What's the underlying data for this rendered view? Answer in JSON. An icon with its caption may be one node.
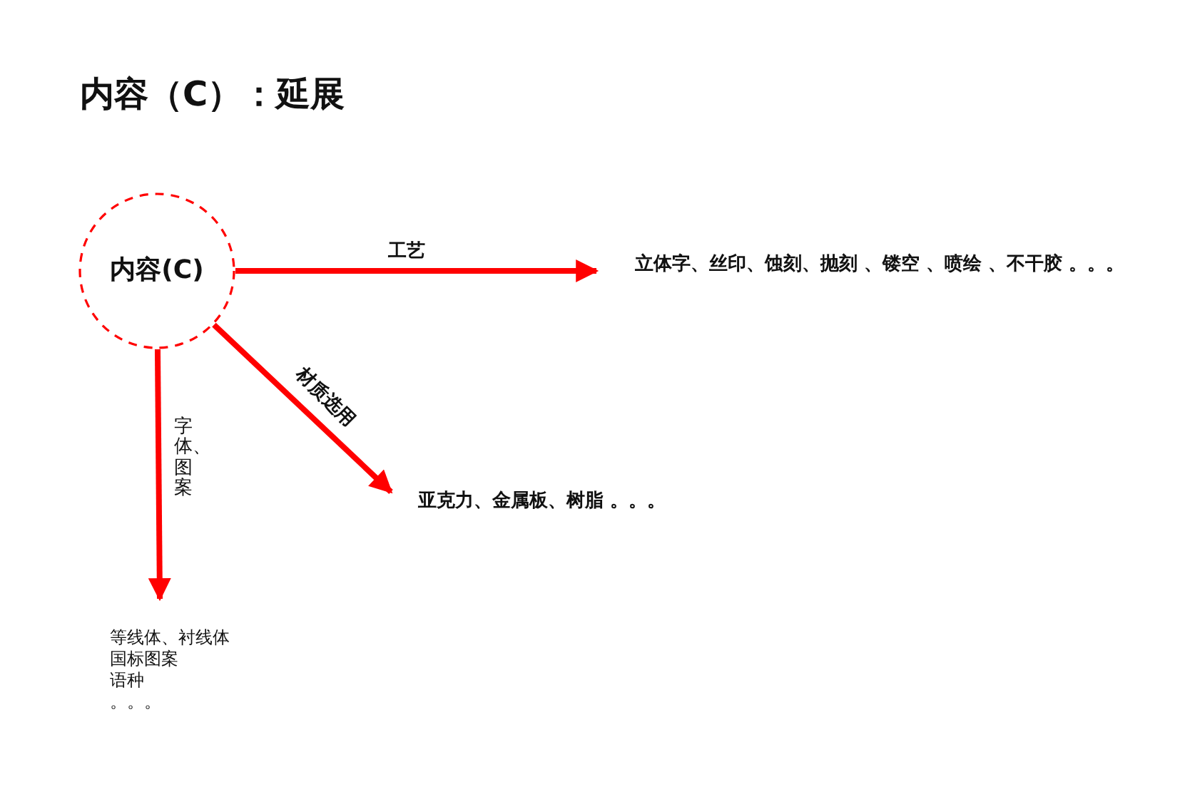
{
  "diagram": {
    "title": "内容（C）：延展",
    "nodes": [
      {
        "text": [
          "内容(C)"
        ]
      },
      {
        "text": [
          "立体字、丝印、蚀刻、抛刻 、镂空 、喷绘 、不干胶 。。。"
        ]
      },
      {
        "text": [
          "亚克力、金属板、树脂 。。。"
        ]
      },
      {
        "text": [
          "等线体、衬线体",
          "国标图案",
          "语种",
          "。。。"
        ]
      }
    ],
    "edges": [
      {
        "from": 0,
        "to": 1,
        "arrow": "to",
        "label": "工艺"
      },
      {
        "from": 0,
        "to": 2,
        "arrow": "to",
        "label": "材质选用"
      },
      {
        "from": 0,
        "to": 3,
        "arrow": "to",
        "label": "字体、图案"
      }
    ]
  }
}
